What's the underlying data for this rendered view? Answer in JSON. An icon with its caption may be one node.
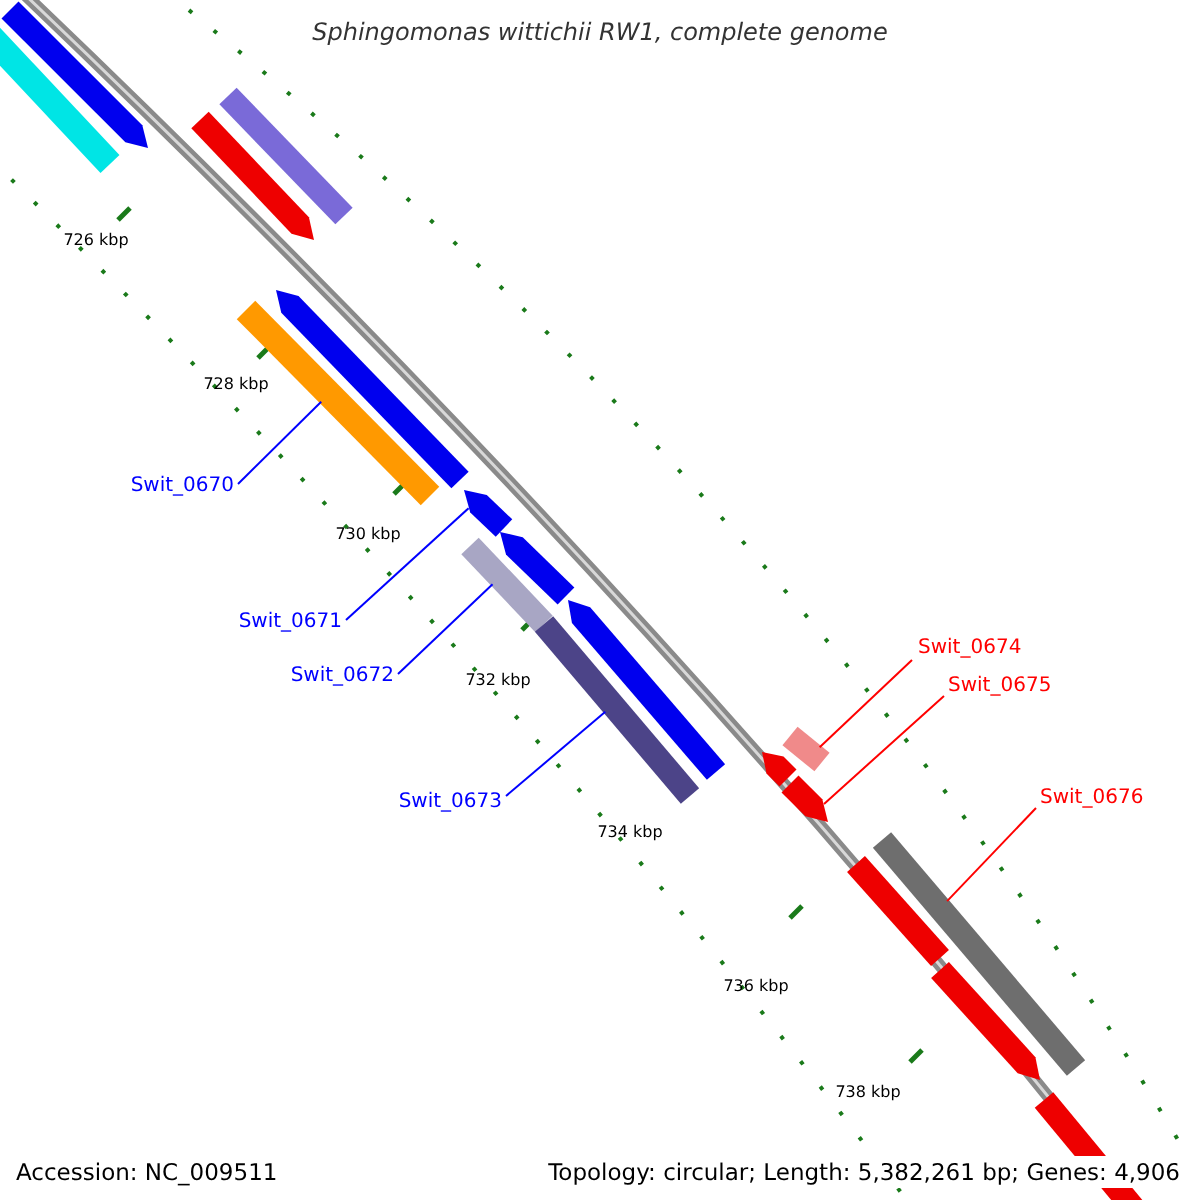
{
  "diagram": {
    "title": "Sphingomonas wittichii RW1, complete genome",
    "nodes": [
      {
        "text": [
          "Swit_0670"
        ]
      },
      {
        "text": [
          "Swit_0671"
        ]
      },
      {
        "text": [
          "Swit_0672"
        ]
      },
      {
        "text": [
          "Swit_0673"
        ]
      },
      {
        "text": [
          "Swit_0674"
        ]
      },
      {
        "text": [
          "Swit_0675"
        ]
      },
      {
        "text": [
          "Swit_0676"
        ]
      },
      {
        "text": [],
        "shape": "bar"
      },
      {
        "text": [],
        "shape": "bar"
      },
      {
        "text": [],
        "shape": "bar"
      },
      {
        "text": [],
        "shape": "bar"
      },
      {
        "text": [],
        "shape": "bar"
      },
      {
        "text": [],
        "shape": "bar"
      },
      {
        "text": [],
        "shape": "bar"
      },
      {
        "text": [],
        "shape": "bar"
      },
      {
        "text": [],
        "shape": "bar"
      },
      {
        "text": [],
        "shape": "bar"
      },
      {
        "text": [],
        "shape": "bar"
      },
      {
        "text": [],
        "shape": "bar"
      },
      {
        "text": [],
        "shape": "bar"
      },
      {
        "text": [],
        "shape": "bar"
      },
      {
        "text": [],
        "shape": "bar"
      },
      {
        "text": [],
        "shape": "bar"
      },
      {
        "text": [],
        "shape": "bar"
      },
      {
        "text": [],
        "shape": "bar"
      }
    ],
    "edges": [
      {
        "from": 0,
        "to": 12,
        "arrow": "none",
        "color": "#0000ff"
      },
      {
        "from": 1,
        "to": 13,
        "arrow": "none",
        "color": "#0000ff"
      },
      {
        "from": 2,
        "to": 15,
        "arrow": "none",
        "color": "#0000ff"
      },
      {
        "from": 3,
        "to": 17,
        "arrow": "none",
        "color": "#0000ff"
      },
      {
        "from": 4,
        "to": 18,
        "arrow": "none",
        "color": "#ff0000"
      },
      {
        "from": 5,
        "to": 20,
        "arrow": "none",
        "color": "#ff0000"
      },
      {
        "from": 6,
        "to": 21,
        "arrow": "none",
        "color": "#ff0000"
      }
    ],
    "labels": [
      "726 kbp",
      "728 kbp",
      "730 kbp",
      "732 kbp",
      "734 kbp",
      "736 kbp",
      "738 kbp",
      "Accession: NC_009511",
      "Topology: circular; Length: 5,382,261 bp; Genes: 4,906"
    ]
  }
}
